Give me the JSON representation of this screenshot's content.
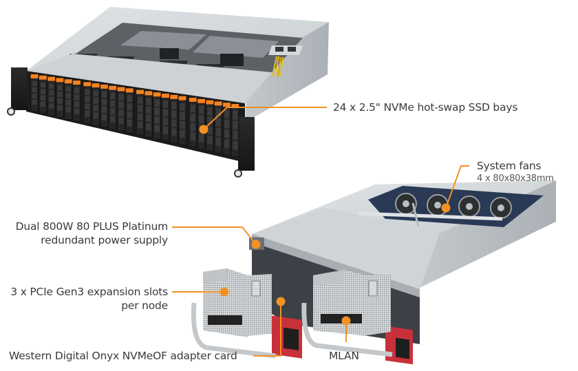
{
  "figure": {
    "title": "Server feature callouts",
    "accent_color": "#f39224",
    "callouts": {
      "ssd_bays": {
        "text": "24 x 2.5\" NVMe hot-swap SSD bays"
      },
      "system_fans": {
        "text": "System fans",
        "detail": "4 x 80x80x38mm"
      },
      "power_supply": {
        "line1": "Dual 800W 80 PLUS Platinum",
        "line2": "redundant power supply"
      },
      "pcie_slots": {
        "line1": "3 x PCIe Gen3 expansion slots",
        "line2": "per node"
      },
      "adapter_card": {
        "text": "Western Digital Onyx NVMeOF adapter card"
      },
      "mlan": {
        "text": "MLAN"
      }
    },
    "front_server": {
      "bay_count": 24,
      "bay_groups": 4,
      "bays_per_group": 6
    },
    "rear_server": {
      "node_count": 2,
      "fan_count": 4
    }
  }
}
